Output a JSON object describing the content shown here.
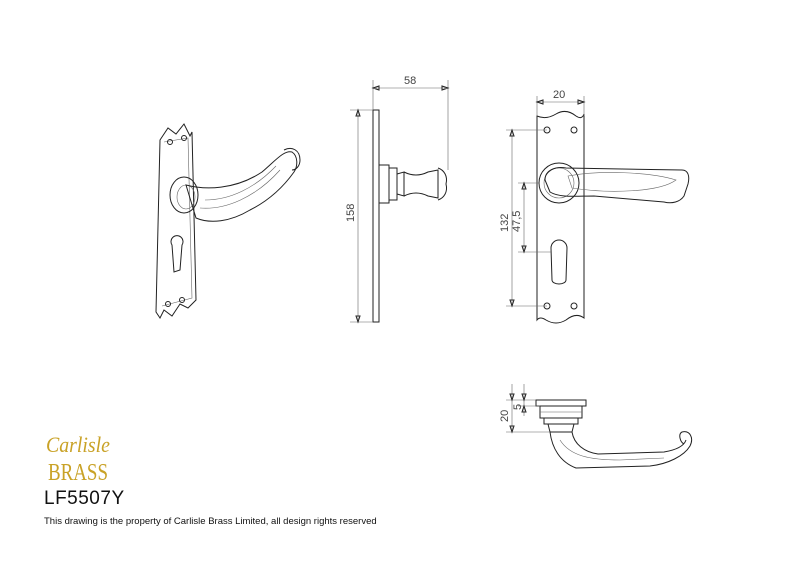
{
  "drawing": {
    "product_code": "LF5507Y",
    "notice": "This drawing is the property of Carlisle Brass Limited, all design rights reserved",
    "logo_text": "Carlisle Brass",
    "logo_color": "#c9a227"
  },
  "dimensions": {
    "side_depth": "58",
    "side_height": "158",
    "front_width": "20",
    "front_centres": "132",
    "front_offset": "47,5",
    "top_height": "20",
    "top_rose": "5"
  },
  "icons": {
    "logo": "carlisle-brass-logo"
  }
}
